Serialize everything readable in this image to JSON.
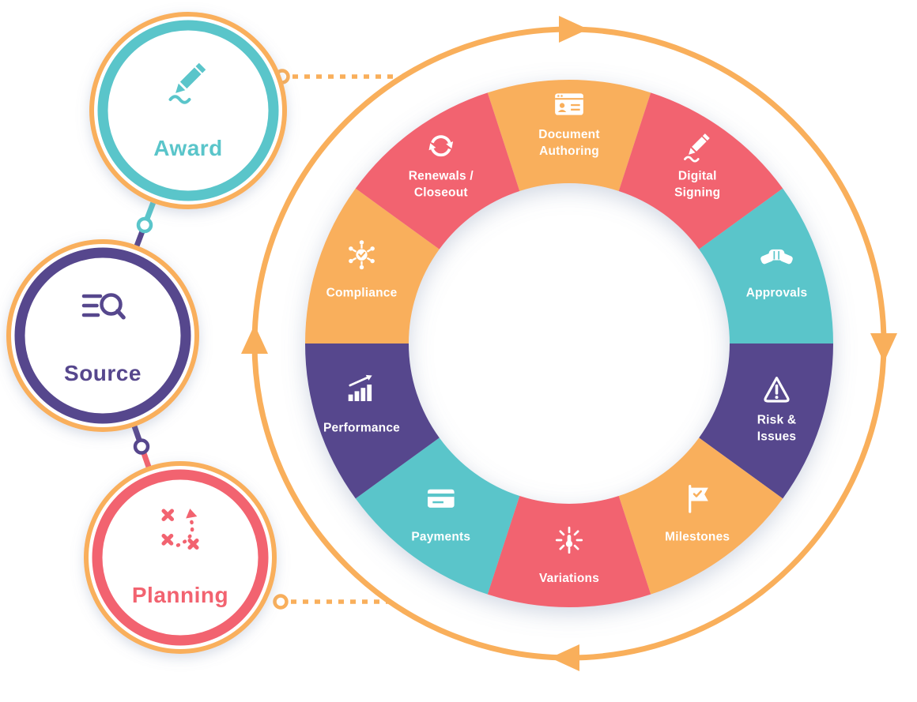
{
  "palette": {
    "orange": "#F9AF5B",
    "coral": "#F2636F",
    "teal": "#5AC5CA",
    "purple": "#57478D",
    "white": "#FFFFFF"
  },
  "stages": [
    {
      "label": "Award",
      "icon": "pencil-icon",
      "color": "#5AC5CA"
    },
    {
      "label": "Source",
      "icon": "search-icon",
      "color": "#57478D"
    },
    {
      "label": "Planning",
      "icon": "strategy-icon",
      "color": "#F2636F"
    }
  ],
  "wheel": {
    "direction": "clockwise",
    "ring_color": "#F9AF5B",
    "segments": [
      {
        "label_lines": [
          "Document",
          "Authoring"
        ],
        "icon": "document-icon",
        "color": "#F9AF5B"
      },
      {
        "label_lines": [
          "Digital",
          "Signing"
        ],
        "icon": "pencil-icon",
        "color": "#F2636F"
      },
      {
        "label_lines": [
          "Approvals"
        ],
        "icon": "handshake-icon",
        "color": "#5AC5CA"
      },
      {
        "label_lines": [
          "Risk &",
          "Issues"
        ],
        "icon": "warning-icon",
        "color": "#57478D"
      },
      {
        "label_lines": [
          "Milestones"
        ],
        "icon": "flag-icon",
        "color": "#F9AF5B"
      },
      {
        "label_lines": [
          "Variations"
        ],
        "icon": "gesture-icon",
        "color": "#F2636F"
      },
      {
        "label_lines": [
          "Payments"
        ],
        "icon": "card-icon",
        "color": "#5AC5CA"
      },
      {
        "label_lines": [
          "Performance"
        ],
        "icon": "chart-icon",
        "color": "#57478D"
      },
      {
        "label_lines": [
          "Compliance"
        ],
        "icon": "network-icon",
        "color": "#F9AF5B"
      },
      {
        "label_lines": [
          "Renewals /",
          "Closeout"
        ],
        "icon": "refresh-icon",
        "color": "#F2636F"
      }
    ]
  }
}
